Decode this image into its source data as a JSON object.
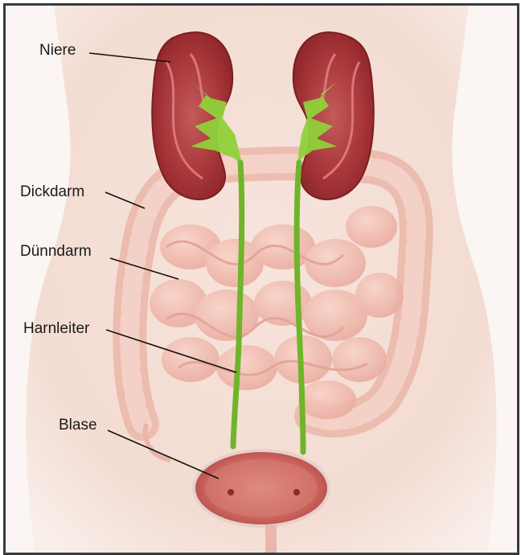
{
  "labels": {
    "niere": "Niere",
    "dickdarm": "Dickdarm",
    "duenndarm": "Dünndarm",
    "harnleiter": "Harnleiter",
    "blase": "Blase"
  }
}
